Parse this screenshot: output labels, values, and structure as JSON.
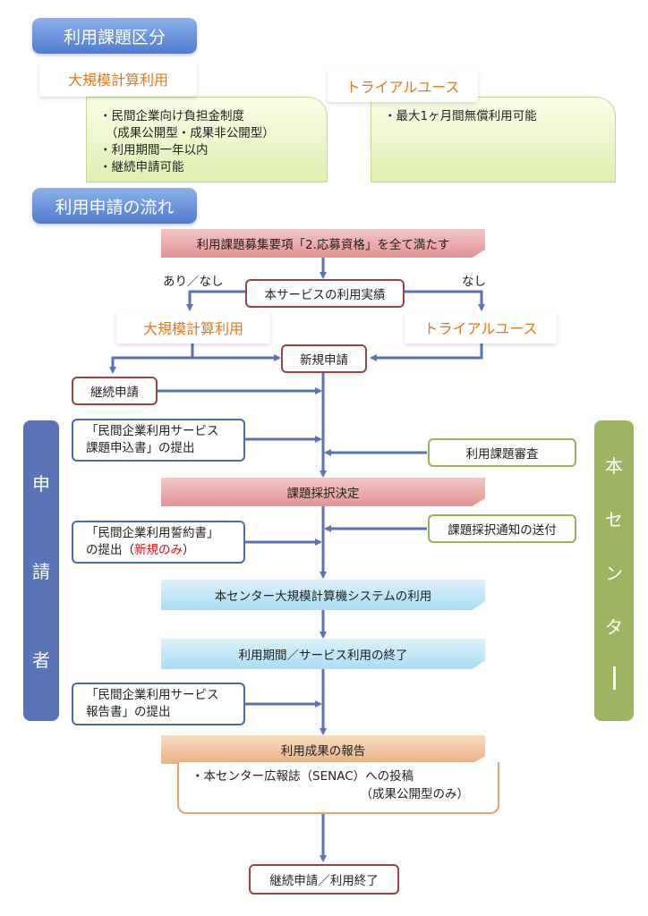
{
  "sections": {
    "usage_category": "利用課題区分",
    "flow": "利用申請の流れ"
  },
  "categories": {
    "large": {
      "title": "大規模計算利用",
      "lines": [
        "・民間企業向け負担金制度",
        "　（成果公開型・成果非公開型）",
        "・利用期間一年以内",
        "・継続申請可能"
      ]
    },
    "trial": {
      "title": "トライアルユース",
      "lines": [
        "・最大1ヶ月間無償利用可能"
      ]
    }
  },
  "flow": {
    "requirement": "利用課題募集要項「2.応募資格」を全て満たす",
    "branch_left": "あり／なし",
    "branch_right": "なし",
    "prior_use": "本サービスの利用実績",
    "large_use": "大規模計算利用",
    "trial_use": "トライアルユース",
    "new_application": "新規申請",
    "continued_application": "継続申請",
    "apply_form_line1": "「民間企業利用サービス",
    "apply_form_line2": "課題申込書」の提出",
    "review": "利用課題審査",
    "adoption": "課題採択決定",
    "pledge_line1": "「民間企業利用誓約書」",
    "pledge_line2_pre": "の提出（",
    "pledge_line2_red": "新規のみ",
    "pledge_line2_post": "）",
    "adoption_notice": "課題採択通知の送付",
    "system_use": "本センター大規模計算機システムの利用",
    "end_of_use": "利用期間／サービス利用の終了",
    "report_line1": "「民間企業利用サービス",
    "report_line2": "報告書」の提出",
    "results_report": "利用成果の報告",
    "senac_line1": "・本センター広報誌（SENAC）への投稿",
    "senac_line2": "（成果公開型のみ）",
    "final": "継続申請／利用終了"
  },
  "sides": {
    "applicant": [
      "申",
      "請",
      "者"
    ],
    "center": [
      "本",
      "セ",
      "ン",
      "タ",
      "ー"
    ]
  },
  "colors": {
    "accent_blue": "#4f7bd0",
    "arrow": "#5b72b3",
    "red_emphasis": "#e01010",
    "orange_label": "#e07a1a"
  }
}
